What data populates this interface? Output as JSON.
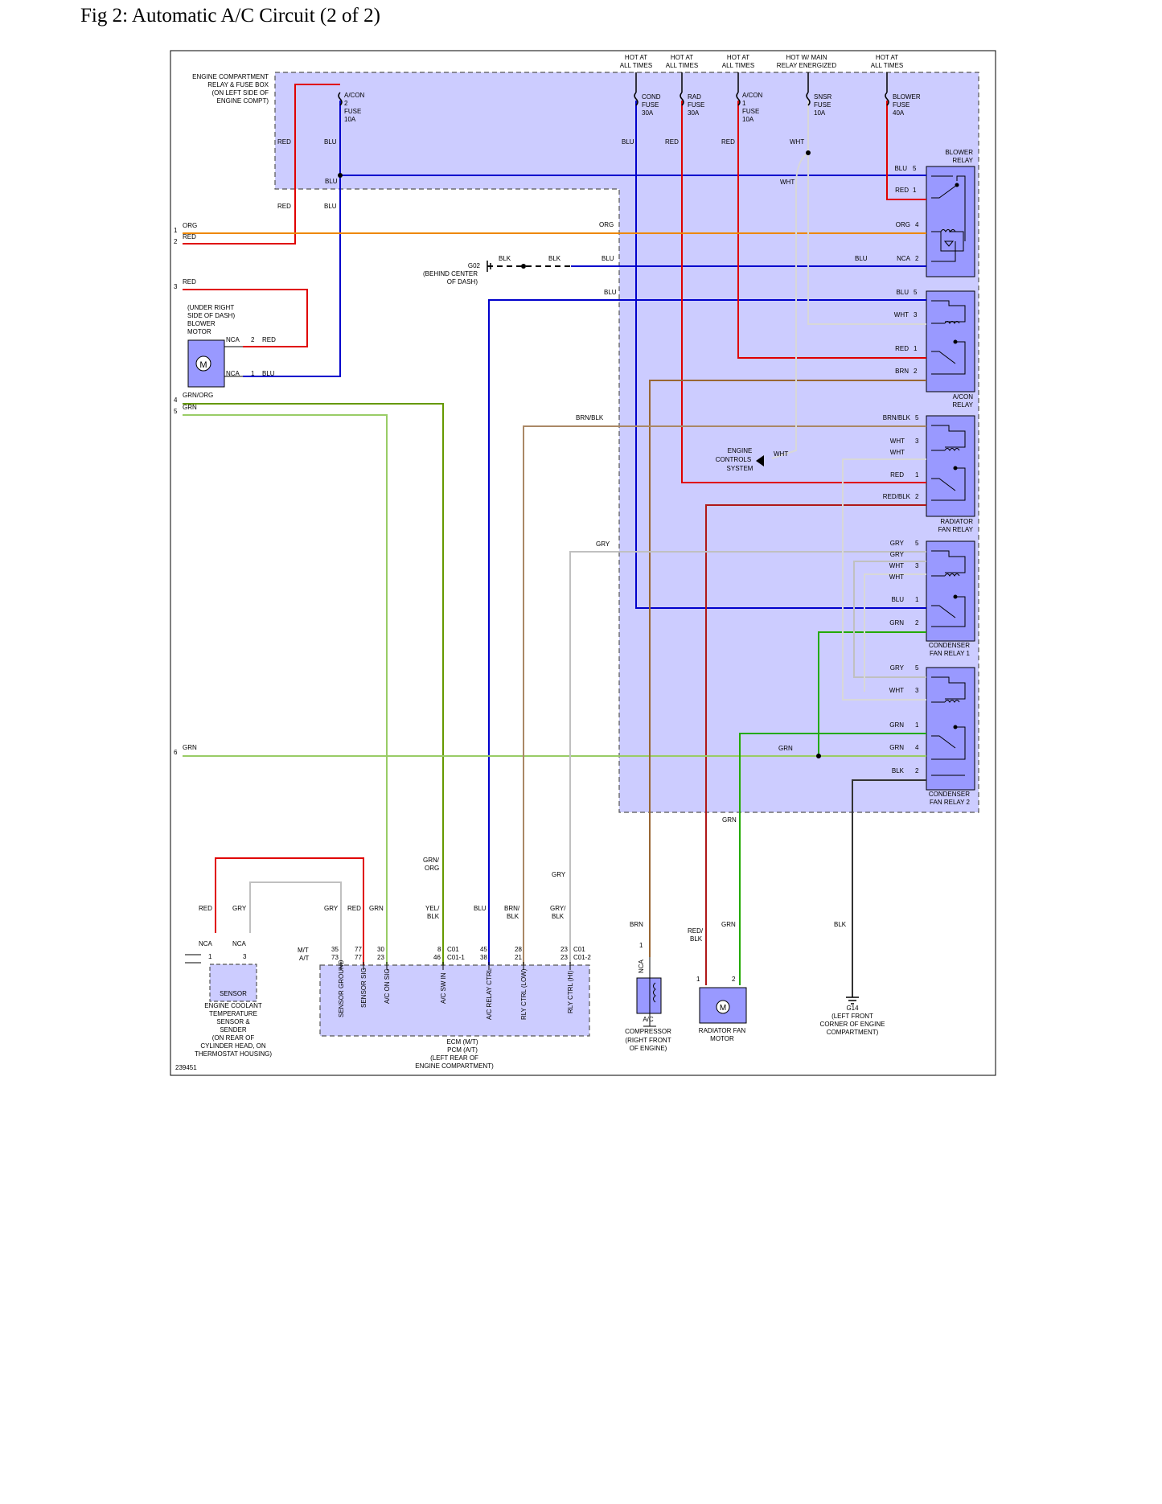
{
  "page": {
    "title": "Fig 2: Automatic A/C Circuit (2 of 2)"
  },
  "diagram_id": "239451",
  "colors": {
    "panel": "#ccccff",
    "relay": "#9999ff",
    "blu": "#0000cc",
    "red": "#e00000",
    "org": "#ee8800",
    "grn": "#22aa00",
    "grn_light": "#99cc66",
    "grnorg": "#669900",
    "brn": "#996633",
    "brnblk": "#aa8866",
    "gry": "#c0c0c0",
    "wht": "#d8d8d8",
    "blk": "#333333",
    "yel": "#cccc00"
  },
  "fuse_box": {
    "lines": [
      "ENGINE COMPARTMENT",
      "RELAY & FUSE BOX",
      "(ON LEFT SIDE OF",
      "ENGINE COMPT)"
    ]
  },
  "hot_labels": [
    {
      "id": "cond",
      "lines": [
        "HOT AT",
        "ALL TIMES"
      ]
    },
    {
      "id": "rad",
      "lines": [
        "HOT AT",
        "ALL TIMES"
      ]
    },
    {
      "id": "acon1",
      "lines": [
        "HOT AT",
        "ALL TIMES"
      ]
    },
    {
      "id": "snsr",
      "lines": [
        "HOT W/ MAIN",
        "RELAY ENERGIZED"
      ]
    },
    {
      "id": "blower",
      "lines": [
        "HOT AT",
        "ALL TIMES"
      ]
    }
  ],
  "fuses": [
    {
      "id": "acon2",
      "lines": [
        "A/CON",
        "2",
        "FUSE",
        "10A"
      ]
    },
    {
      "id": "cond",
      "lines": [
        "COND",
        "FUSE",
        "30A"
      ]
    },
    {
      "id": "rad",
      "lines": [
        "RAD",
        "FUSE",
        "30A"
      ]
    },
    {
      "id": "acon1",
      "lines": [
        "A/CON",
        "1",
        "FUSE",
        "10A"
      ]
    },
    {
      "id": "snsr",
      "lines": [
        "SNSR",
        "FUSE",
        "10A"
      ]
    },
    {
      "id": "blower",
      "lines": [
        "BLOWER",
        "FUSE",
        "40A"
      ]
    }
  ],
  "relays": [
    {
      "id": "blower",
      "lines": [
        "BLOWER",
        "RELAY"
      ]
    },
    {
      "id": "acon",
      "lines": [
        "A/CON",
        "RELAY"
      ]
    },
    {
      "id": "radfan",
      "lines": [
        "RADIATOR",
        "FAN RELAY"
      ]
    },
    {
      "id": "cond1",
      "lines": [
        "CONDENSER",
        "FAN RELAY 1"
      ]
    },
    {
      "id": "cond2",
      "lines": [
        "CONDENSER",
        "FAN RELAY 2"
      ]
    }
  ],
  "wire_labels": {
    "red": "RED",
    "blu": "BLU",
    "org": "ORG",
    "blk": "BLK",
    "wht": "WHT",
    "grn": "GRN",
    "gry": "GRY",
    "brn": "BRN",
    "brnblk": "BRN/BLK",
    "redblk": "RED/BLK",
    "grnorg": "GRN/ORG",
    "nca": "NCA",
    "grnorg_split": [
      "GRN/",
      "ORG"
    ],
    "yelblk": [
      "YEL/",
      "BLK"
    ],
    "brnblk_split": [
      "BRN/",
      "BLK"
    ],
    "gryblk": [
      "GRY/",
      "BLK"
    ],
    "redblk_split": [
      "RED/",
      "BLK"
    ]
  },
  "pins": {
    "left": [
      "1",
      "2",
      "3",
      "4",
      "5",
      "6"
    ],
    "blower_relay": [
      "5",
      "1",
      "4",
      "2"
    ],
    "acon_relay": [
      "5",
      "3",
      "1",
      "2"
    ],
    "radfan_relay": [
      "5",
      "3",
      "1",
      "2"
    ],
    "cond1_relay": [
      "5",
      "3",
      "1",
      "2"
    ],
    "cond2_relay": [
      "5",
      "3",
      "1",
      "4",
      "2"
    ],
    "motor": [
      "2",
      "1"
    ],
    "sensor": [
      "1",
      "3"
    ],
    "compressor": "1",
    "fanmotor": [
      "1",
      "2"
    ]
  },
  "ground_g02": {
    "name": "G02",
    "lines": [
      "(BEHIND CENTER",
      "OF DASH)"
    ]
  },
  "blower_motor": {
    "symbol": "M",
    "lines": [
      "(UNDER RIGHT",
      "SIDE OF DASH)",
      "BLOWER",
      "MOTOR"
    ]
  },
  "engine_controls": {
    "lines": [
      "ENGINE",
      "CONTROLS",
      "SYSTEM"
    ]
  },
  "sensor": {
    "box_label": "SENSOR",
    "lines": [
      "ENGINE COOLANT",
      "TEMPERATURE",
      "SENSOR &",
      "SENDER",
      "(ON REAR OF",
      "CYLINDER HEAD, ON",
      "THERMOSTAT HOUSING)"
    ]
  },
  "ecm": {
    "mt": "M/T",
    "at": "A/T",
    "pins_mt": [
      "35",
      "77",
      "30",
      "8",
      "45",
      "28",
      "23"
    ],
    "pins_at": [
      "73",
      "77",
      "23",
      "46",
      "38",
      "21",
      "23"
    ],
    "connectors": [
      "C01",
      "C01-1",
      "C01",
      "C01-2"
    ],
    "terminals": [
      "SENSOR GROUND",
      "SENSOR SIG",
      "A/C ON SIG",
      "A/C SW IN",
      "A/C RELAY CTRL",
      "RLY CTRL (LOW)",
      "RLY CTRL (HI)"
    ],
    "lines": [
      "ECM    (M/T)",
      "PCM    (A/T)",
      "(LEFT REAR OF",
      "ENGINE COMPARTMENT)"
    ]
  },
  "compressor": {
    "lines": [
      "A/C",
      "COMPRESSOR",
      "(RIGHT FRONT",
      "OF ENGINE)"
    ]
  },
  "fan_motor": {
    "symbol": "M",
    "lines": [
      "RADIATOR FAN",
      "MOTOR"
    ]
  },
  "ground_g14": {
    "name": "G14",
    "lines": [
      "(LEFT FRONT",
      "CORNER OF ENGINE",
      "COMPARTMENT)"
    ]
  }
}
